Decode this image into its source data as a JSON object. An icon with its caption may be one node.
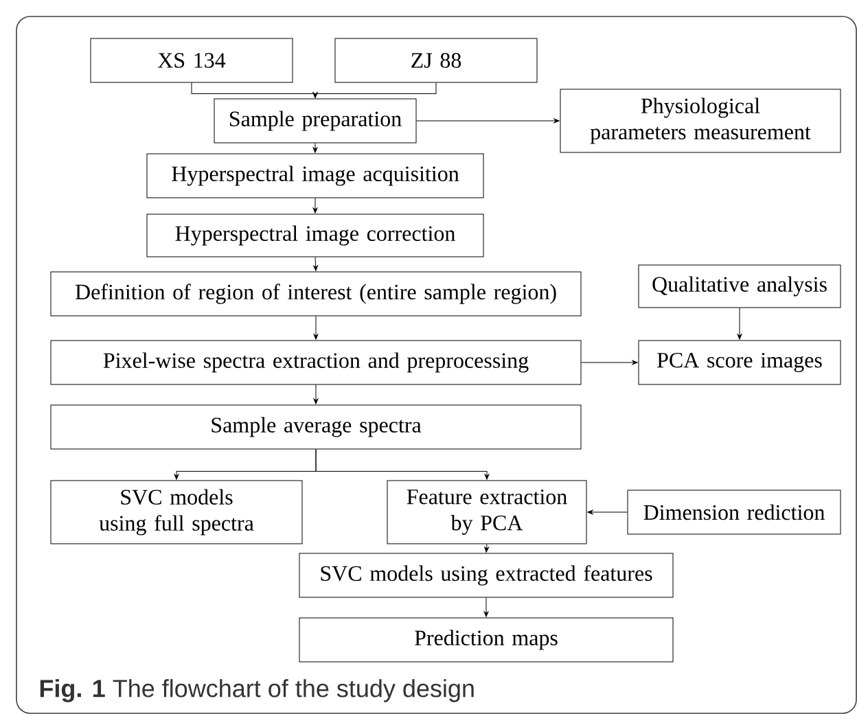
{
  "diagram": {
    "caption": "**Fig. 1** The flowchart of the study design",
    "nodes": [
      {
        "text": [
          "XS 134"
        ]
      },
      {
        "text": [
          "ZJ 88"
        ]
      },
      {
        "text": [
          "Sample preparation"
        ]
      },
      {
        "text": [
          "Physiological parameters measurement"
        ]
      },
      {
        "text": [
          "Hyperspectral image acquisition"
        ]
      },
      {
        "text": [
          "Hyperspectral image correction"
        ]
      },
      {
        "text": [
          "Definition of region of interest (entire sample region)"
        ]
      },
      {
        "text": [
          "Qualitative analysis"
        ]
      },
      {
        "text": [
          "Pixel-wise spectra extraction and preprocessing"
        ]
      },
      {
        "text": [
          "PCA score images"
        ]
      },
      {
        "text": [
          "Sample average spectra"
        ]
      },
      {
        "text": [
          "SVC models using full spectra"
        ]
      },
      {
        "text": [
          "Feature extraction by PCA"
        ]
      },
      {
        "text": [
          "Dimension rediction"
        ]
      },
      {
        "text": [
          "SVC models using extracted features"
        ]
      },
      {
        "text": [
          "Prediction maps"
        ]
      }
    ],
    "edges": [
      {
        "from": 0,
        "to": 2,
        "arrow": "to"
      },
      {
        "from": 1,
        "to": 2,
        "arrow": "to"
      },
      {
        "from": 2,
        "to": 3,
        "arrow": "to"
      },
      {
        "from": 2,
        "to": 4,
        "arrow": "to"
      },
      {
        "from": 4,
        "to": 5,
        "arrow": "to"
      },
      {
        "from": 5,
        "to": 6,
        "arrow": "to"
      },
      {
        "from": 6,
        "to": 8,
        "arrow": "to"
      },
      {
        "from": 7,
        "to": 9,
        "arrow": "to"
      },
      {
        "from": 8,
        "to": 9,
        "arrow": "to"
      },
      {
        "from": 8,
        "to": 10,
        "arrow": "to"
      },
      {
        "from": 10,
        "to": 11,
        "arrow": "to"
      },
      {
        "from": 10,
        "to": 12,
        "arrow": "to"
      },
      {
        "from": 13,
        "to": 12,
        "arrow": "to"
      },
      {
        "from": 12,
        "to": 14,
        "arrow": "to"
      },
      {
        "from": 14,
        "to": 15,
        "arrow": "to"
      }
    ]
  }
}
